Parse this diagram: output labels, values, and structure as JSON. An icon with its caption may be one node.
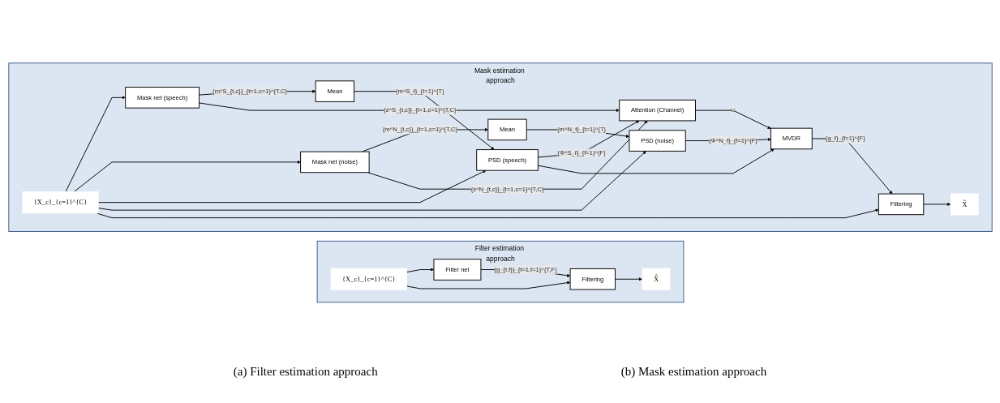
{
  "diagram": {
    "nodes": [
      {
        "text": [
          "Filter estimation approach"
        ]
      },
      {
        "text": [
          "{X_c}_{c=1}^{C}"
        ],
        "in": 0
      },
      {
        "text": [
          "Filter net"
        ],
        "in": 0
      },
      {
        "text": [
          "Filtering"
        ],
        "in": 0
      },
      {
        "text": [
          "X̂"
        ],
        "in": 0
      },
      {
        "text": [
          "Mask estimation approach"
        ]
      },
      {
        "text": [
          "{X_c}_{c=1}^{C}"
        ],
        "in": 5
      },
      {
        "text": [
          "Mask net (speech)"
        ],
        "in": 5
      },
      {
        "text": [
          "Mask net (noise)"
        ],
        "in": 5
      },
      {
        "text": [
          "Mean"
        ],
        "in": 5
      },
      {
        "text": [
          "Mean"
        ],
        "in": 5
      },
      {
        "text": [
          "PSD (speech)"
        ],
        "in": 5
      },
      {
        "text": [
          "PSD (noise)"
        ],
        "in": 5
      },
      {
        "text": [
          "Attention (Channel)"
        ],
        "in": 5
      },
      {
        "text": [
          "MVDR"
        ],
        "in": 5
      },
      {
        "text": [
          "Filtering"
        ],
        "in": 5
      },
      {
        "text": [
          "X̂"
        ],
        "in": 5
      }
    ],
    "edges": [
      {
        "from": 1,
        "to": 2,
        "arrow": "to"
      },
      {
        "from": 2,
        "to": 3,
        "arrow": "to",
        "label": "{g_{t,f}}_{t=1,f=1}^{T,F}"
      },
      {
        "from": 1,
        "to": 3,
        "arrow": "to"
      },
      {
        "from": 3,
        "to": 4,
        "arrow": "to"
      },
      {
        "from": 6,
        "to": 7,
        "arrow": "to"
      },
      {
        "from": 6,
        "to": 8,
        "arrow": "to"
      },
      {
        "from": 7,
        "to": 9,
        "arrow": "to",
        "label": "{m^S_{t,c}}_{t=1,c=1}^{T,C}"
      },
      {
        "from": 8,
        "to": 10,
        "arrow": "to",
        "label": "{m^N_{t,c}}_{t=1,c=1}^{T,C}"
      },
      {
        "from": 9,
        "to": 11,
        "arrow": "to",
        "label": "{m^S_t}_{t=1}^{T}"
      },
      {
        "from": 10,
        "to": 12,
        "arrow": "to",
        "label": "{m^N_t}_{t=1}^{T}"
      },
      {
        "from": 6,
        "to": 11,
        "arrow": "to"
      },
      {
        "from": 6,
        "to": 12,
        "arrow": "to"
      },
      {
        "from": 7,
        "to": 13,
        "arrow": "to",
        "label": "{z^S_{t,c}}_{t=1,c=1}^{T,C}"
      },
      {
        "from": 8,
        "to": 13,
        "arrow": "to",
        "label": "{z^N_{t,c}}_{t=1,c=1}^{T,C}"
      },
      {
        "from": 11,
        "to": 13,
        "arrow": "to",
        "label": "{Φ^S_f}_{f=1}^{F}"
      },
      {
        "from": 11,
        "to": 14,
        "arrow": "to"
      },
      {
        "from": 12,
        "to": 14,
        "arrow": "to",
        "label": "{Φ^N_f}_{f=1}^{F}"
      },
      {
        "from": 13,
        "to": 14,
        "arrow": "to",
        "label": "u"
      },
      {
        "from": 14,
        "to": 15,
        "arrow": "to",
        "label": "{g_f}_{f=1}^{F}"
      },
      {
        "from": 6,
        "to": 15,
        "arrow": "to"
      },
      {
        "from": 15,
        "to": 16,
        "arrow": "to"
      }
    ],
    "labels": [
      "(a) Filter estimation approach",
      "(b) Mask estimation approach"
    ]
  }
}
